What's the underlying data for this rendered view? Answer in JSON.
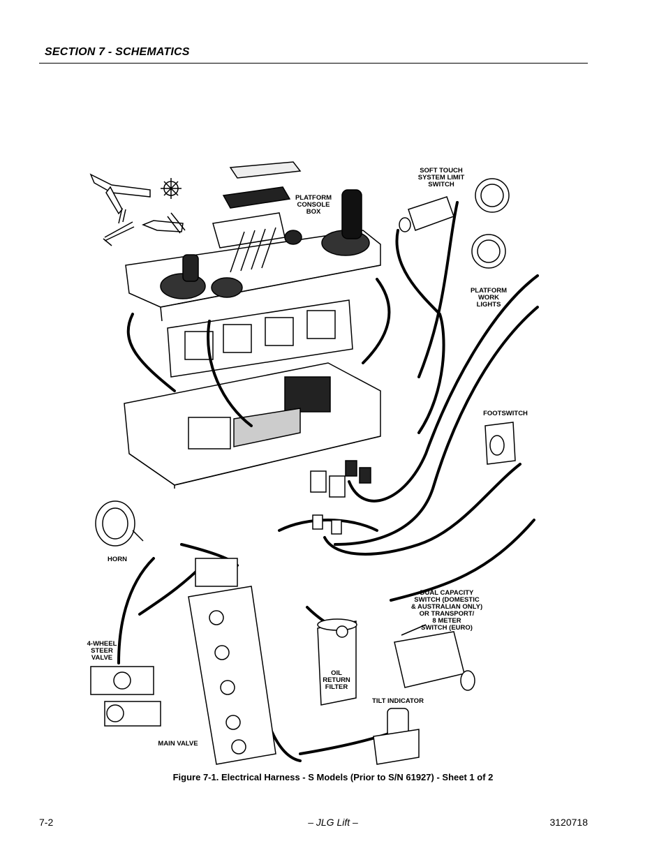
{
  "header": {
    "section": "SECTION 7 - SCHEMATICS"
  },
  "labels": {
    "soft_touch": "SOFT TOUCH\nSYSTEM LIMIT\nSWITCH",
    "platform_console": "PLATFORM\nCONSOLE\nBOX",
    "platform_work_lights": "PLATFORM\nWORK\nLIGHTS",
    "footswitch": "FOOTSWITCH",
    "horn": "HORN",
    "dual_capacity": "DUAL CAPACITY\nSWITCH (DOMESTIC\n& AUSTRALIAN ONLY)\nOR TRANSPORT/\n8 METER\nSWITCH (EURO)",
    "four_wheel_steer": "4-WHEEL\nSTEER\nVALVE",
    "oil_return_filter": "OIL\nRETURN\nFILTER",
    "tilt_indicator": "TILT INDICATOR",
    "main_valve": "MAIN VALVE"
  },
  "caption": "Figure 7-1.  Electrical Harness - S Models (Prior to S/N 61927) - Sheet 1 of 2",
  "footer": {
    "page": "7-2",
    "center": "– JLG Lift –",
    "doc_number": "3120718"
  }
}
